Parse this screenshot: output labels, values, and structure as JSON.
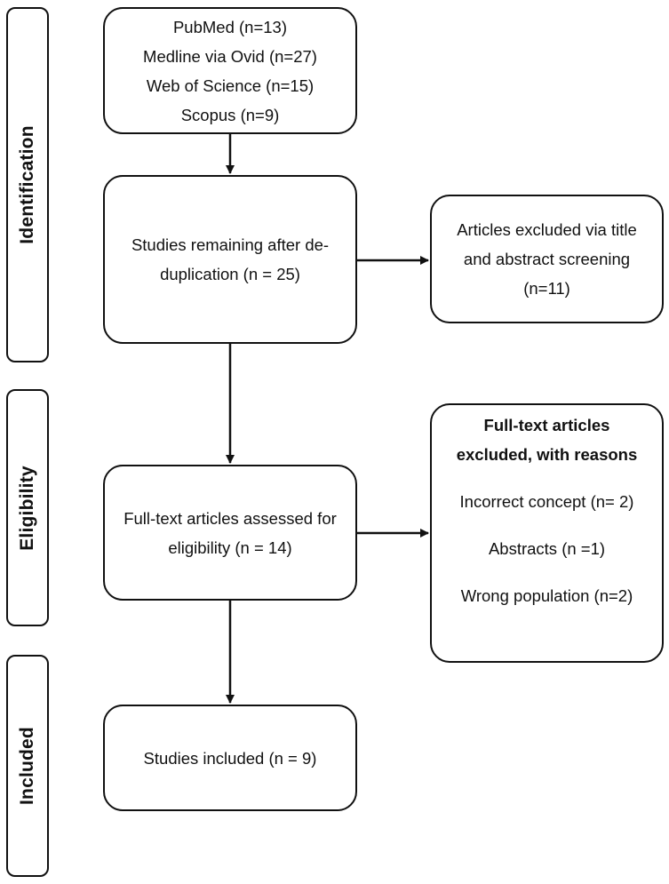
{
  "stages": {
    "identification": "Identification",
    "eligibility": "Eligibility",
    "included": "Included"
  },
  "sources": [
    "PubMed (n=13)",
    "Medline via Ovid (n=27)",
    "Web of Science (n=15)",
    "Scopus (n=9)"
  ],
  "dedup": {
    "line1": "Studies remaining after de-",
    "line2": "duplication (n = 25)"
  },
  "excluded_title": {
    "line1": "Articles excluded via title",
    "line2": "and abstract screening",
    "line3": "(n=11)"
  },
  "fulltext": {
    "line1": "Full-text articles assessed for",
    "line2": "eligibility (n = 14)"
  },
  "excluded_fulltext": {
    "heading1": "Full-text articles",
    "heading2": "excluded, with reasons",
    "reasons": [
      "Incorrect concept (n= 2)",
      "Abstracts (n =1)",
      "Wrong population (n=2)"
    ]
  },
  "included": {
    "label": "Studies included (n = 9)"
  }
}
